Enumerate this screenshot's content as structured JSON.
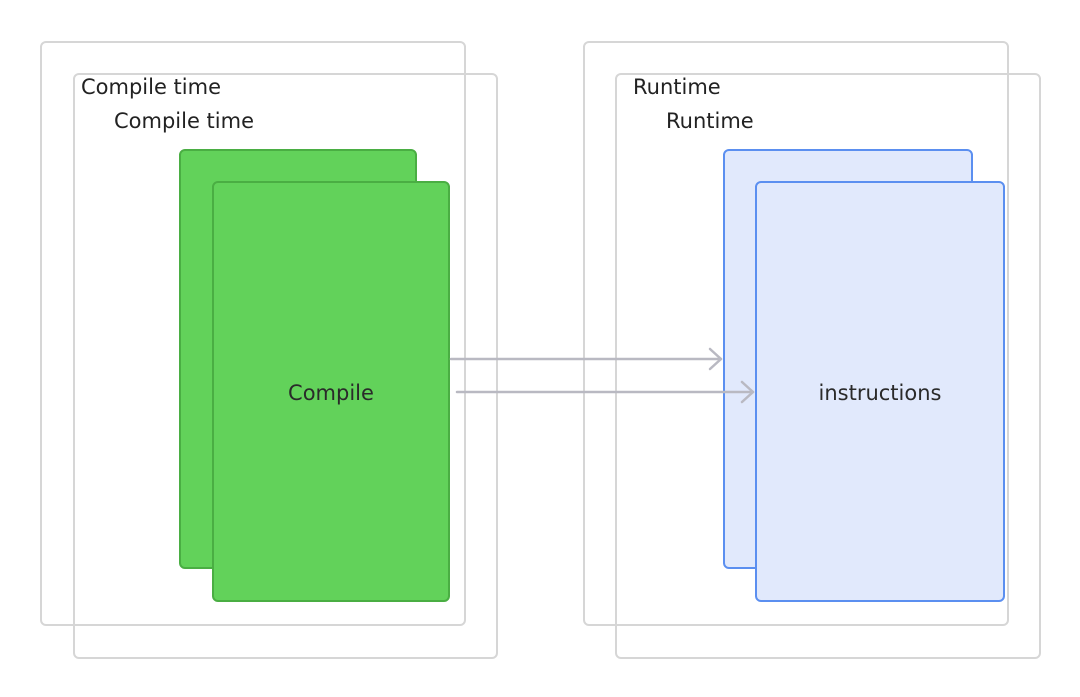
{
  "groups": {
    "compile_time": {
      "label_back": "Compile time",
      "label_front": "Compile time"
    },
    "runtime": {
      "label_back": "Runtime",
      "label_front": "Runtime"
    }
  },
  "nodes": {
    "compile": {
      "label": "Compile"
    },
    "instructions": {
      "label": "instructions"
    }
  },
  "edges": [
    {
      "from": "compile",
      "to": "instructions"
    }
  ],
  "colors": {
    "frame_border": "#d6d6d6",
    "green_fill": "#62d25a",
    "green_border": "#4aae43",
    "blue_fill": "#e1e9fc",
    "blue_border": "#5b8ff0",
    "arrow": "#b9b9c2"
  }
}
